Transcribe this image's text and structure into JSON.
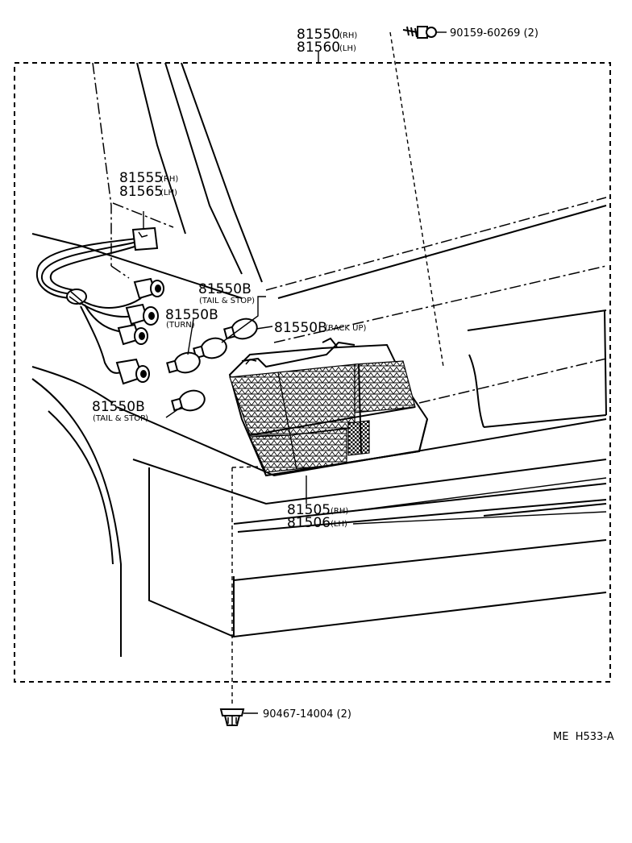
{
  "diagram": {
    "labels": {
      "lamp_assy_rh": "81550",
      "lamp_assy_rh_side": "(RH)",
      "lamp_assy_lh": "81560",
      "lamp_assy_lh_side": "(LH)",
      "screw_part": "90159-60269 (2)",
      "wire_rh": "81555",
      "wire_rh_side": "(RH)",
      "wire_lh": "81565",
      "wire_lh_side": "(LH)",
      "bulb_upper": "81550B",
      "bulb_upper_note": "(TAIL & STOP)",
      "bulb_turn": "81550B",
      "bulb_turn_note": "(TURN)",
      "bulb_backup": "81550B",
      "bulb_backup_note": "(BACK UP)",
      "bulb_lower": "81550B",
      "bulb_lower_note": "(TAIL & STOP)",
      "lens_rh": "81505",
      "lens_rh_side": "(RH)",
      "lens_lh": "81506",
      "lens_lh_side": "(LH)",
      "clip_part": "90467-14004 (2)",
      "drawing_ref": "ME  H533-A"
    },
    "colors": {
      "ink": "#000000",
      "paper": "#ffffff"
    },
    "icons": [
      "screw-icon",
      "clip-icon",
      "bulb-icon",
      "socket-icon",
      "connector-icon"
    ]
  }
}
